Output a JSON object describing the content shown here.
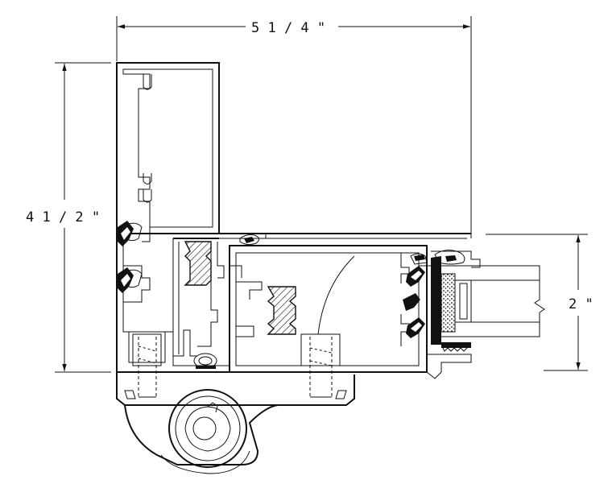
{
  "dimensions": {
    "overall_width": "5   1 / 4 \"",
    "overall_height": "4   1 / 2 \"",
    "sash_depth": "2 \""
  },
  "colors": {
    "line": "#111111",
    "background": "#ffffff"
  }
}
